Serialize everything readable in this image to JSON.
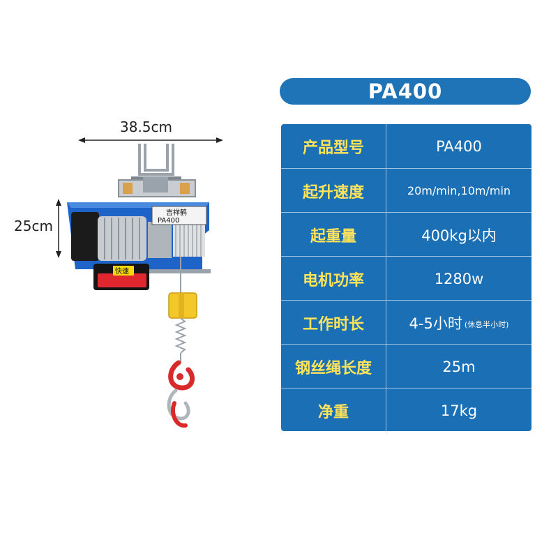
{
  "title": "PA400",
  "dimensions": {
    "width": "38.5cm",
    "height": "25cm"
  },
  "product_labels": {
    "brand": "吉祥鹤",
    "model": "PA400",
    "button": "快速"
  },
  "specs": [
    {
      "label": "产品型号",
      "value": "PA400"
    },
    {
      "label": "起升速度",
      "value": "20m/min,10m/min"
    },
    {
      "label": "起重量",
      "value": "400kg以内"
    },
    {
      "label": "电机功率",
      "value": "1280w"
    },
    {
      "label": "工作时长",
      "value": "4-5小时",
      "note": "(休息半小时)"
    },
    {
      "label": "钢丝绳长度",
      "value": "25m"
    },
    {
      "label": "净重",
      "value": "17kg"
    }
  ],
  "colors": {
    "panel": "#1a6fb5",
    "label": "#ffe35a",
    "value": "#ffffff",
    "hoist_body": "#1e64c8"
  }
}
